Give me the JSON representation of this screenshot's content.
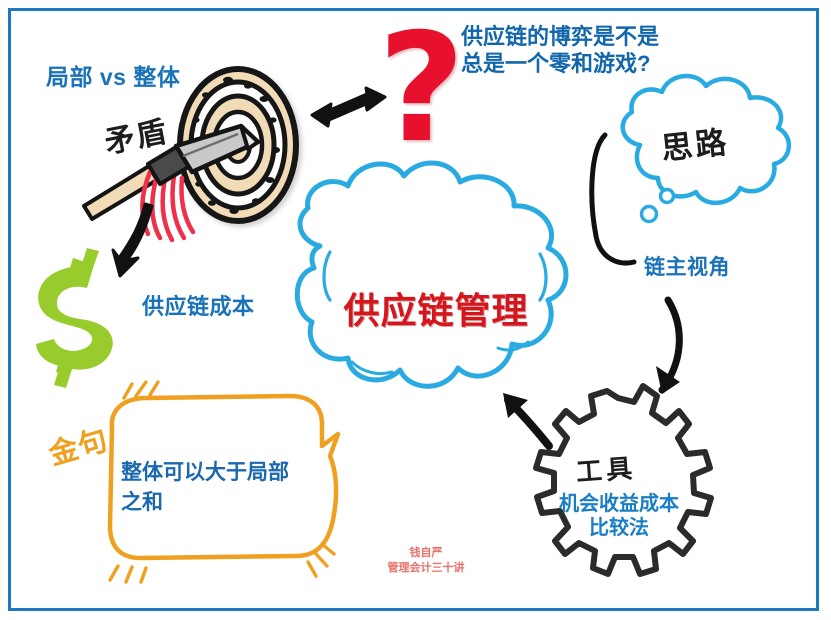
{
  "frame": {
    "border_color": "#1c79c0"
  },
  "palette": {
    "blue_label": "#1a73b8",
    "deep_blue": "#1266ab",
    "red_title": "#d5161c",
    "cloud_outline": "#29abe2",
    "orange_box": "#f0a020",
    "green_dollar": "#97cc2c",
    "gear_outline": "#2b2b2b",
    "footer_red": "#e8726b",
    "arrow_black": "#111111"
  },
  "question_banner": {
    "line1": "供应链的博弈是不是",
    "line2": "总是一个零和游戏?",
    "text": "供应链的博弈是不是\n总是一个零和游戏?"
  },
  "labels": {
    "local_vs_whole": "局部 vs 整体",
    "supply_chain_cost": "供应链成本",
    "chain_leader_view": "链主视角"
  },
  "handwritten": {
    "contradiction": "矛盾",
    "idea": "思路",
    "tool": "工具",
    "golden_quote": "金句"
  },
  "center_cloud": {
    "title": "供应链管理"
  },
  "quote_box": {
    "line1": "整体可以大于局部",
    "line2": "之和",
    "text": "整体可以大于局部\n之和"
  },
  "gear": {
    "title": "工具",
    "subtitle_line1": "机会收益成本",
    "subtitle_line2": "比较法",
    "subtitle": "机会收益成本\n比较法"
  },
  "icons": {
    "question_mark": "?",
    "dollar_sign": "$",
    "arrow_double": "double-arrow-icon",
    "arrow_down": "arrow-down-icon",
    "arrow_down_left": "arrow-down-left-icon",
    "arrow_curve_down": "curved-arrow-down-icon",
    "arrow_up_left": "arrow-up-left-icon"
  },
  "footer": {
    "author": "钱自严",
    "series": "管理会计三十讲",
    "text": "钱自严\n管理会计三十讲"
  }
}
